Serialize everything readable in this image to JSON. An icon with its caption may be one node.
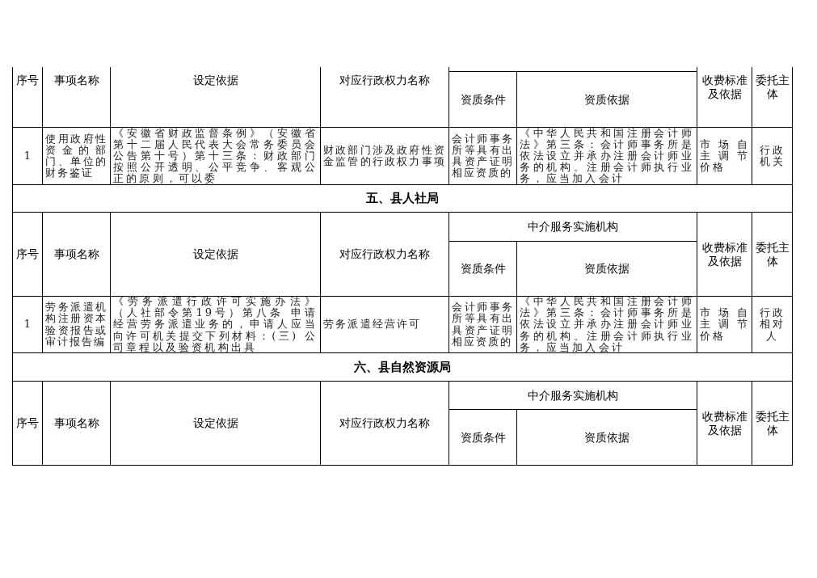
{
  "diagram": {
    "labels": [
      "序号",
      "事项名称",
      "设定依据",
      "对应行政权力名称",
      "资质条件",
      "资质依据",
      "收费标准及依据",
      "委托主体",
      "1",
      "使用政府性资金的部门、单位的财务鉴证",
      "《安徽省财政监督条例》（安徽省第十二届人民代表大会常务委员会公告第十号）第十三条：财政部门按照公开透明、公平竞争、客观公正的原则，可以委",
      "财政部门涉及政府性资金监管的行政权力事项",
      "会计师事务所等具有出具资产证明相应资质的",
      "《中华人民共和国注册会计师法》第三条：会计师事务所是依法设立并承办注册会计师业务的机构。注册会计师执行业务，应当加入会计",
      "市场自主调节价格",
      "行政机关",
      "五、县人社局",
      "序号",
      "事项名称",
      "设定依据",
      "对应行政权力名称",
      "中介服务实施机构",
      "收费标准及依据",
      "委托主体",
      "资质条件",
      "资质依据",
      "1",
      "劳务派遣机构注册资本验资报告或审计报告编",
      "《劳务派遣行政许可实施办法》（人社部令第19号）第八条 申请经营劳务派遣业务的，申请人应当向许可机关提交下列材料：(三) 公司章程以及验资机构出具",
      "劳务派遣经营许可",
      "会计师事务所等具有出具资产证明相应资质的",
      "《中华人民共和国注册会计师法》第三条：会计师事务所是依法设立并承办注册会计师业务的机构。注册会计师执行业务，应当加入会计",
      "市场自主调节价格",
      "行政相对人",
      "六、县自然资源局",
      "序号",
      "事项名称",
      "设定依据",
      "对应行政权力名称",
      "中介服务实施机构",
      "收费标准及依据",
      "委托主体",
      "资质条件",
      "资质依据"
    ]
  }
}
